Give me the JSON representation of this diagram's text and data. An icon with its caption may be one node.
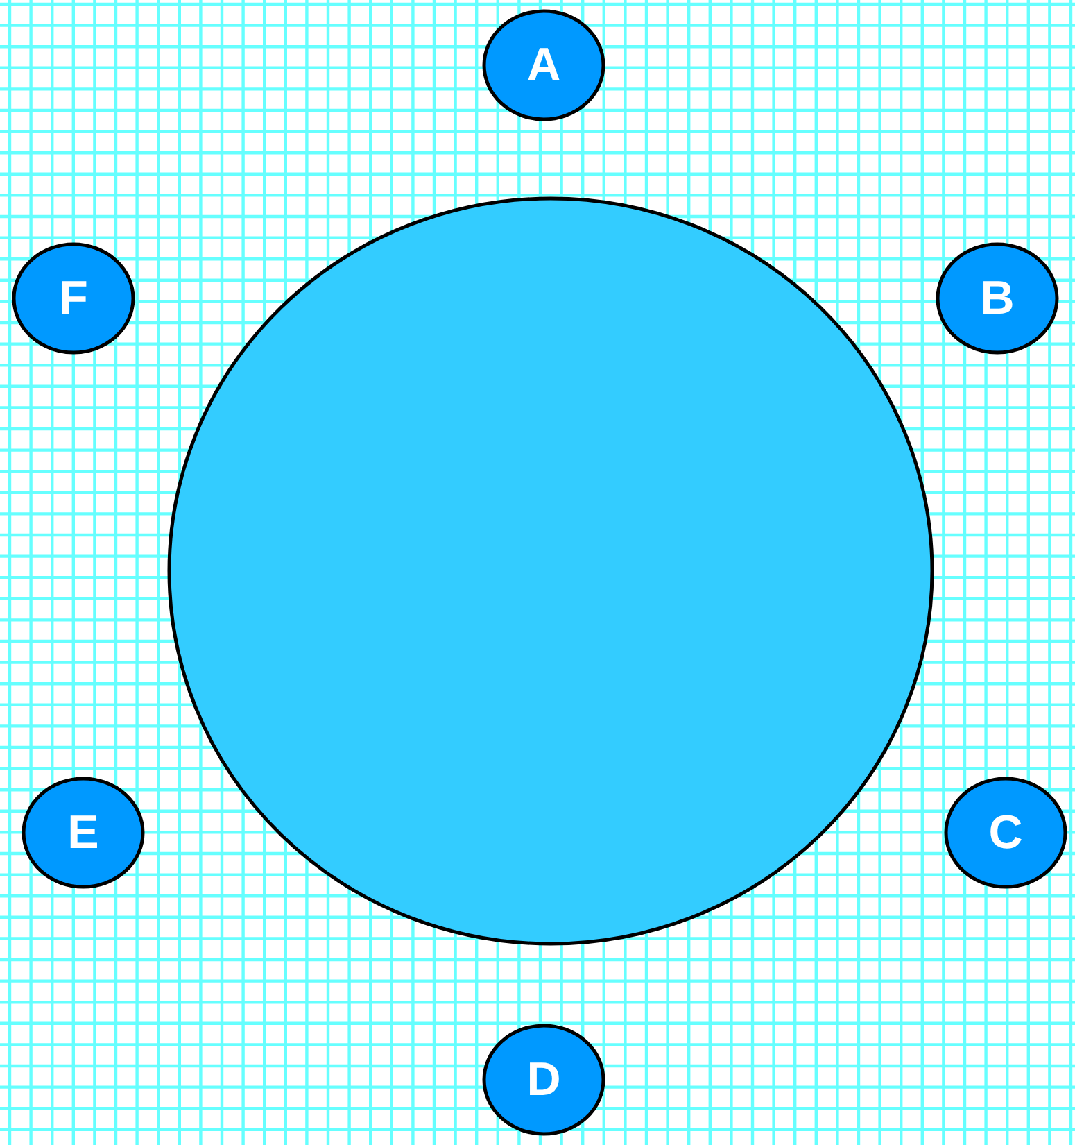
{
  "diagram": {
    "nodes": [
      {
        "text": [
          "A"
        ]
      },
      {
        "text": [
          "F"
        ]
      },
      {
        "text": [
          "B"
        ]
      },
      {
        "text": [],
        "shape": "circle"
      },
      {
        "text": [
          "E"
        ]
      },
      {
        "text": [
          "C"
        ]
      },
      {
        "text": [
          "D"
        ]
      }
    ]
  }
}
